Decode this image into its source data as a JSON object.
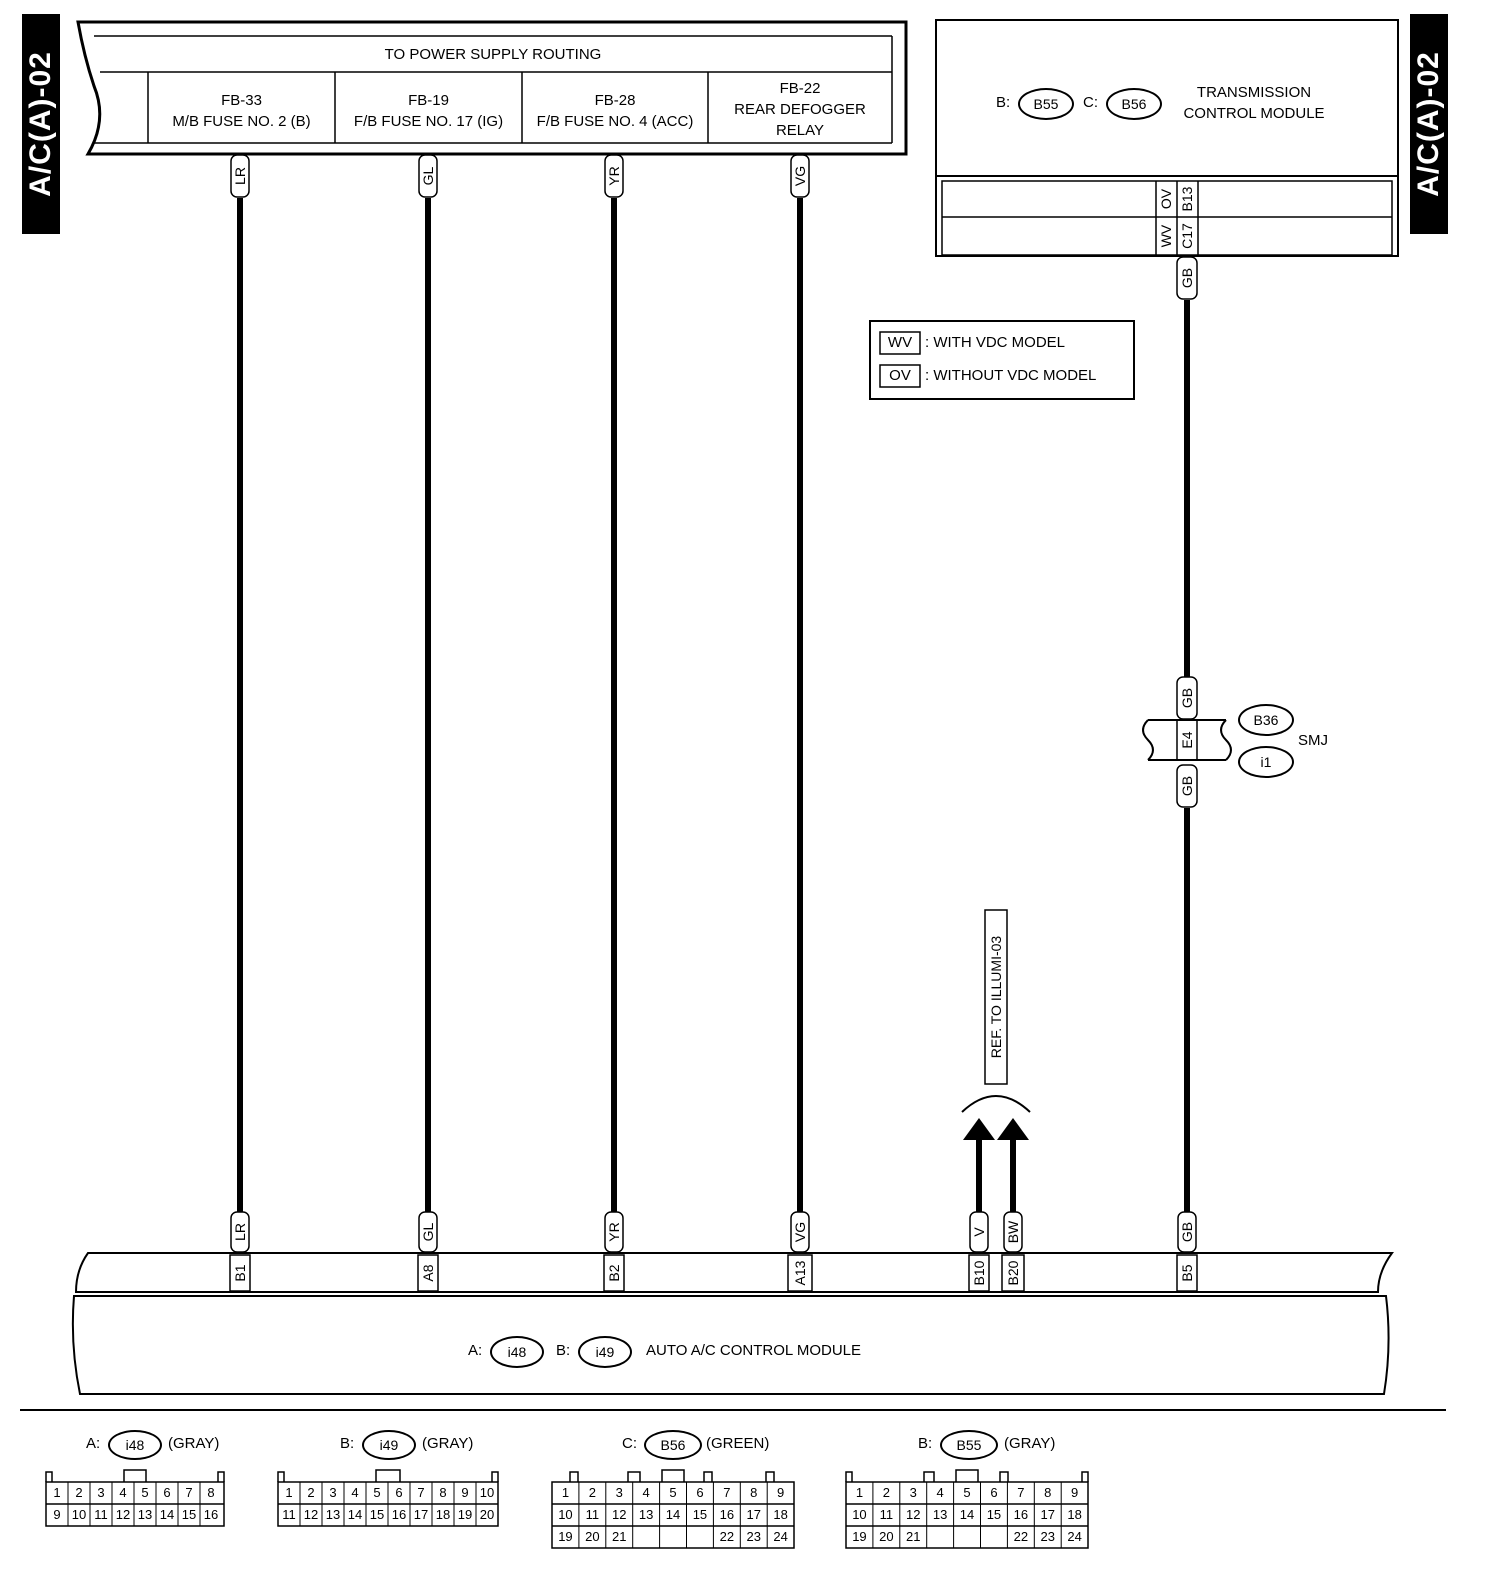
{
  "side_tab": "A/C(A)-02",
  "power_header": {
    "title": "TO POWER SUPPLY ROUTING",
    "cells": [
      {
        "line1": "FB-33",
        "line2": "M/B FUSE NO. 2 (B)",
        "line3": ""
      },
      {
        "line1": "FB-19",
        "line2": "F/B FUSE NO. 17 (IG)",
        "line3": ""
      },
      {
        "line1": "FB-28",
        "line2": "F/B FUSE NO. 4 (ACC)",
        "line3": ""
      },
      {
        "line1": "FB-22",
        "line2": "REAR DEFOGGER",
        "line3": "RELAY"
      }
    ]
  },
  "tcm": {
    "prefix_b": "B:",
    "conn_b": "B55",
    "prefix_c": "C:",
    "conn_c": "B56",
    "title_line1": "TRANSMISSION",
    "title_line2": "CONTROL MODULE",
    "rows": [
      {
        "variant": "OV",
        "pin": "B13"
      },
      {
        "variant": "WV",
        "pin": "C17"
      }
    ],
    "wire": "GB"
  },
  "legend": [
    {
      "code": "WV",
      "text": ": WITH VDC MODEL"
    },
    {
      "code": "OV",
      "text": ": WITHOUT VDC MODEL"
    }
  ],
  "smj": {
    "label": "SMJ",
    "conn_top": "B36",
    "conn_bottom": "i1",
    "pin": "E4",
    "wire_top": "GB",
    "wire_bottom": "GB"
  },
  "ref_label": "REF. TO ILLUMI-03",
  "wires": [
    {
      "color": "LR",
      "pin": "B1"
    },
    {
      "color": "GL",
      "pin": "A8"
    },
    {
      "color": "YR",
      "pin": "B2"
    },
    {
      "color": "VG",
      "pin": "A13"
    },
    {
      "color": "V",
      "pin": "B10"
    },
    {
      "color": "BW",
      "pin": "B20"
    },
    {
      "color": "GB",
      "pin": "B5"
    }
  ],
  "module": {
    "prefix_a": "A:",
    "conn_a": "i48",
    "prefix_b": "B:",
    "conn_b": "i49",
    "title": "AUTO A/C CONTROL MODULE"
  },
  "connectors": [
    {
      "prefix": "A:",
      "id": "i48",
      "color": "(GRAY)",
      "rows": [
        [
          "1",
          "2",
          "3",
          "4",
          "5",
          "6",
          "7",
          "8"
        ],
        [
          "9",
          "10",
          "11",
          "12",
          "13",
          "14",
          "15",
          "16"
        ]
      ]
    },
    {
      "prefix": "B:",
      "id": "i49",
      "color": "(GRAY)",
      "rows": [
        [
          "1",
          "2",
          "3",
          "4",
          "5",
          "6",
          "7",
          "8",
          "9",
          "10"
        ],
        [
          "11",
          "12",
          "13",
          "14",
          "15",
          "16",
          "17",
          "18",
          "19",
          "20"
        ]
      ]
    },
    {
      "prefix": "C:",
      "id": "B56",
      "color": "(GREEN)",
      "rows": [
        [
          "1",
          "2",
          "3",
          "4",
          "5",
          "6",
          "7",
          "8",
          "9"
        ],
        [
          "10",
          "11",
          "12",
          "13",
          "14",
          "15",
          "16",
          "17",
          "18"
        ],
        [
          "19",
          "20",
          "21",
          "22",
          "23",
          "24"
        ]
      ]
    },
    {
      "prefix": "B:",
      "id": "B55",
      "color": "(GRAY)",
      "rows": [
        [
          "1",
          "2",
          "3",
          "4",
          "5",
          "6",
          "7",
          "8",
          "9"
        ],
        [
          "10",
          "11",
          "12",
          "13",
          "14",
          "15",
          "16",
          "17",
          "18"
        ],
        [
          "19",
          "20",
          "21",
          "22",
          "23",
          "24"
        ]
      ]
    }
  ]
}
